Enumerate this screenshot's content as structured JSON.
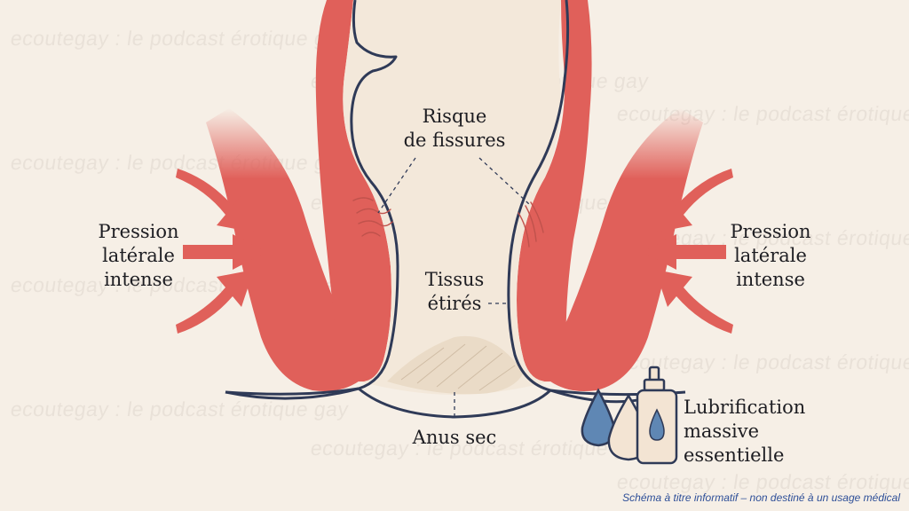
{
  "watermark": "ecoutegay : le podcast érotique gay",
  "labels": {
    "pression_left": {
      "line1": "Pression",
      "line2": "latérale",
      "line3": "intense"
    },
    "pression_right": {
      "line1": "Pression",
      "line2": "latérale",
      "line3": "intense"
    },
    "risque": {
      "line1": "Risque",
      "line2": "de fissures"
    },
    "tissus": {
      "line1": "Tissus",
      "line2": "étirés"
    },
    "anus": "Anus sec",
    "lubrification": {
      "line1": "Lubrification",
      "line2": "massive",
      "line3": "essentielle"
    }
  },
  "disclaimer": "Schéma à titre informatif – non destiné à un usage médical",
  "colors": {
    "background": "#f6efe6",
    "muscle": "#e0605a",
    "muscle_light": "#ea857c",
    "outline": "#2f3a57",
    "tissue": "#efe2d0",
    "drop_blue": "#5f87b4",
    "drop_cream": "#f3e4d3"
  }
}
